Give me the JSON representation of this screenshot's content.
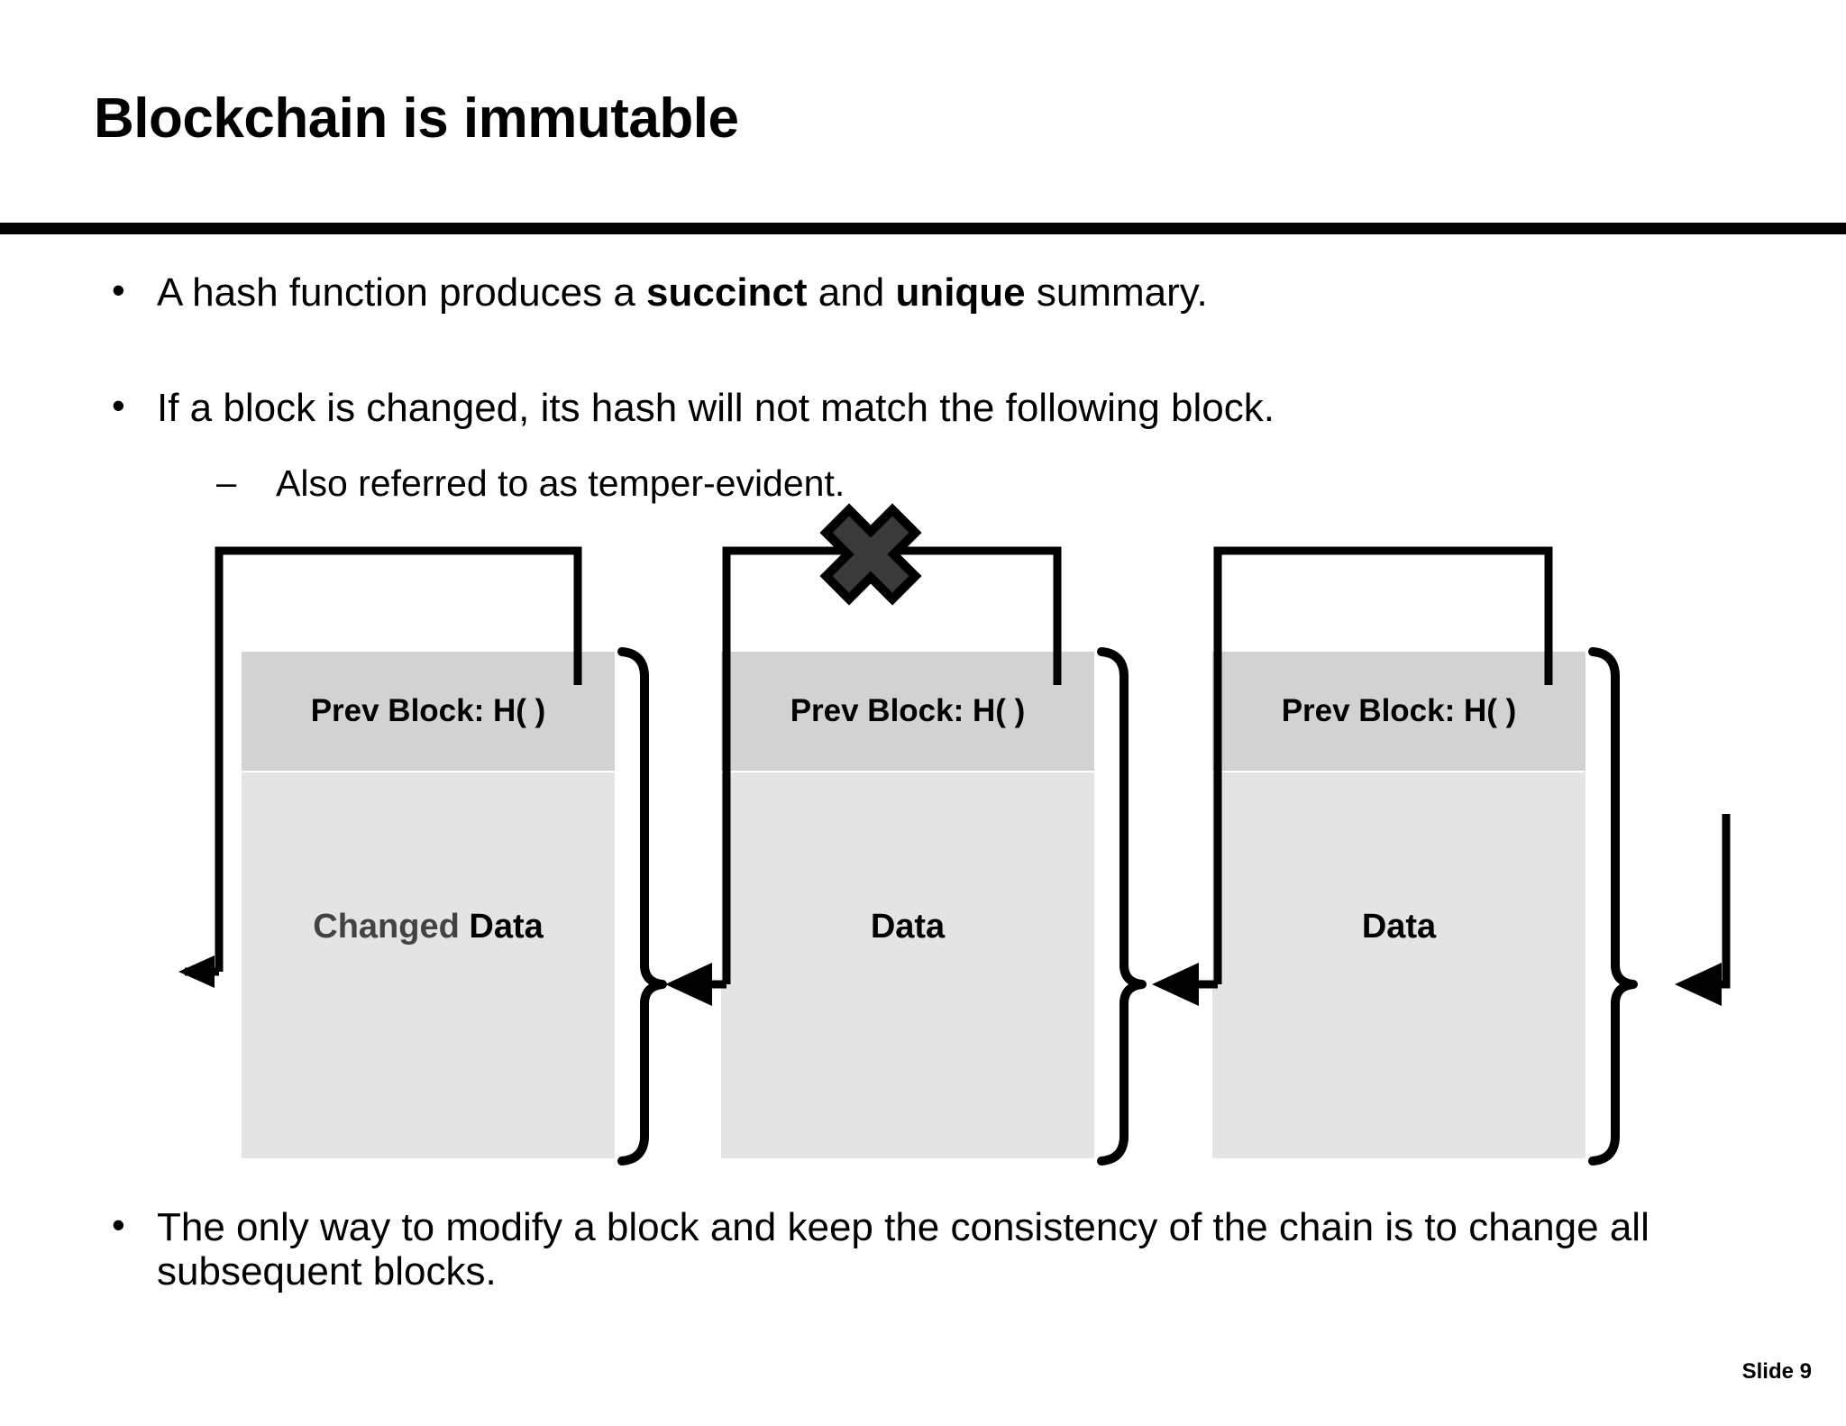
{
  "slide": {
    "title": "Blockchain is immutable",
    "slide_number_label": "Slide 9",
    "bullet_marker": "•",
    "dash_marker": "–"
  },
  "bullets": [
    {
      "marker": "•",
      "segments": [
        {
          "text": "A hash function produces a ",
          "bold": false
        },
        {
          "text": "succinct",
          "bold": true
        },
        {
          "text": " and ",
          "bold": false
        },
        {
          "text": "unique",
          "bold": true
        },
        {
          "text": " summary.",
          "bold": false
        }
      ],
      "plain": "A hash function produces a succinct and unique summary."
    },
    {
      "marker": "•",
      "plain": "If a block is changed, its hash will not match the following block."
    },
    {
      "marker": "–",
      "plain": "Also referred to as temper-evident.",
      "level": 2
    },
    {
      "marker": "•",
      "plain": "The only way to modify a block and keep the consistency of the chain is to change all subsequent blocks."
    }
  ],
  "bullet_text": {
    "b1_part1": "A hash function produces a ",
    "b1_bold1": "succinct",
    "b1_part2": " and ",
    "b1_bold2": "unique",
    "b1_part3": " summary.",
    "b2": "If a block is changed, its hash will not match the following block.",
    "sub1": "Also referred to as temper-evident.",
    "b3": "The only way to modify a block and keep the consistency of the chain is to change all subsequent blocks."
  },
  "diagram": {
    "title": "blockchain-hash-pointer-chain",
    "broken_link_marker": "x-cross-mark",
    "broken_link_between": [
      1,
      2
    ],
    "blocks": [
      {
        "id": "block-1",
        "header_label": "Prev Block: H(  )",
        "data_label_prefix": "Changed ",
        "data_label": "Data",
        "data_label_full": "Changed Data",
        "is_changed": true,
        "header_color": "#d2d2d2",
        "body_color": "#e4e4e4"
      },
      {
        "id": "block-2",
        "header_label": "Prev Block: H(  )",
        "data_label_prefix": "",
        "data_label": "Data",
        "data_label_full": "Data",
        "is_changed": false,
        "header_color": "#d2d2d2",
        "body_color": "#e4e4e4"
      },
      {
        "id": "block-3",
        "header_label": "Prev Block: H(  )",
        "data_label_prefix": "",
        "data_label": "Data",
        "data_label_full": "Data",
        "is_changed": false,
        "header_color": "#d2d2d2",
        "body_color": "#e4e4e4"
      }
    ],
    "colors": {
      "line": "#000000",
      "cross_fill": "#3a3a3a",
      "cross_stroke": "#000000",
      "changed_text": "#434343",
      "rule": "#000000"
    }
  }
}
